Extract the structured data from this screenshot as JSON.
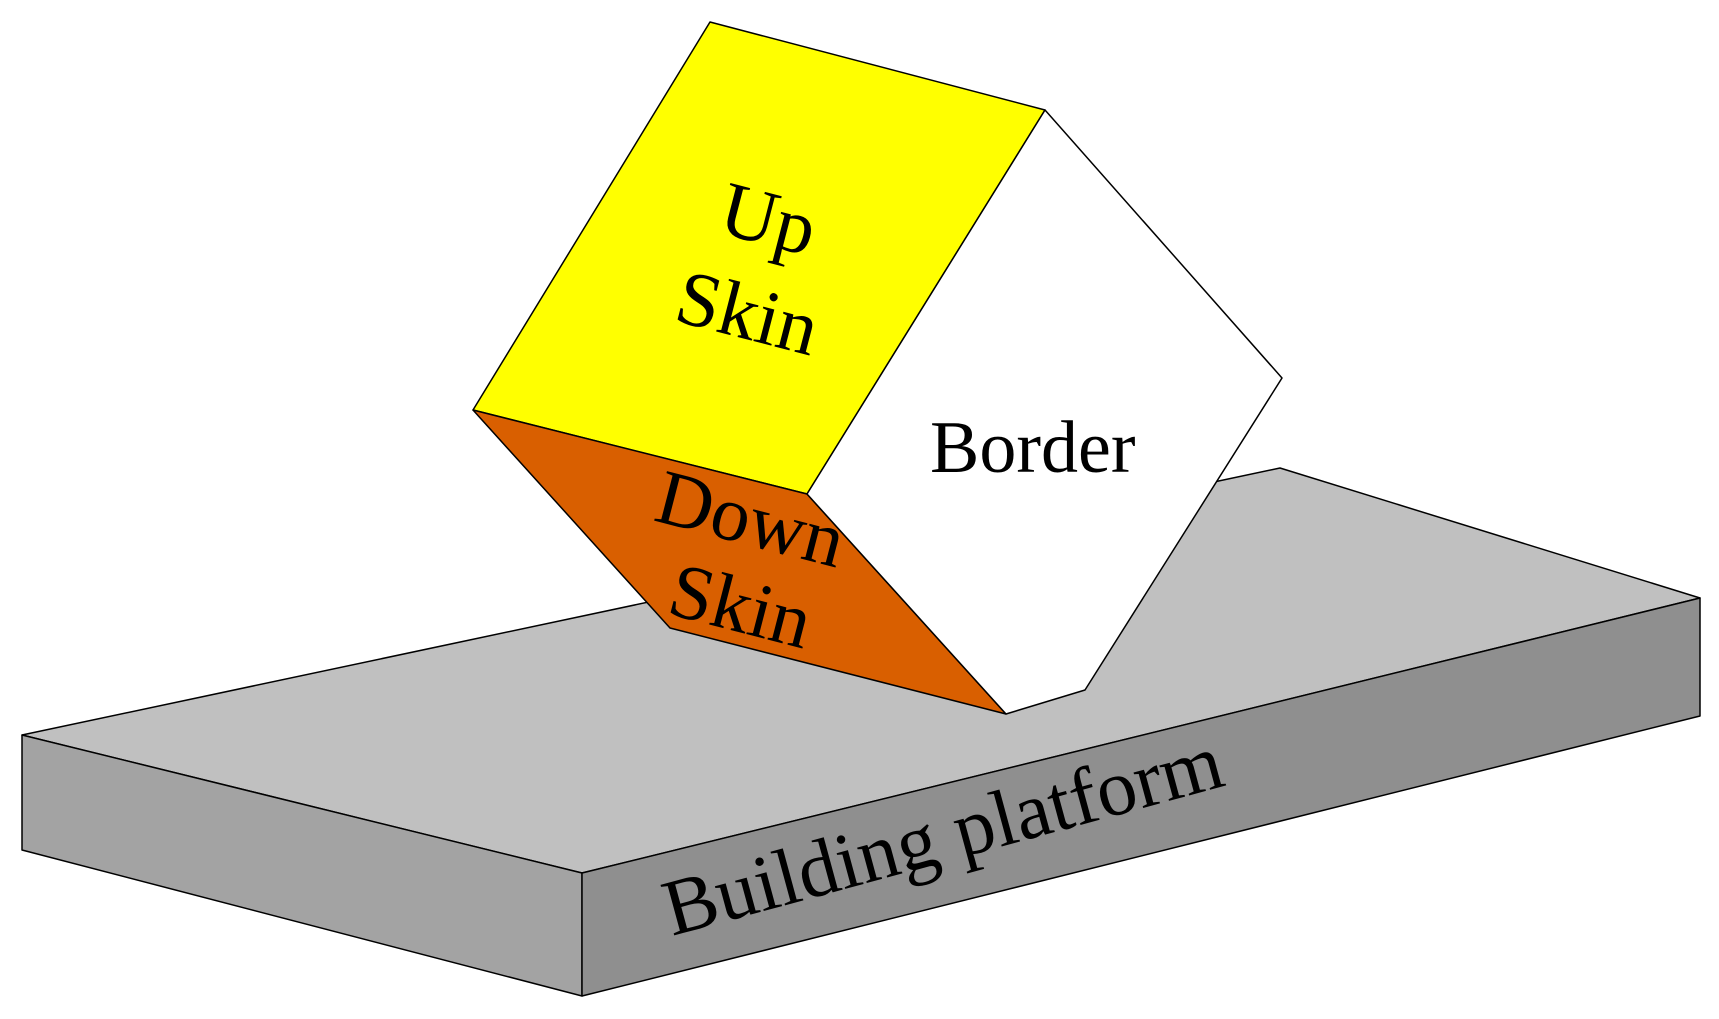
{
  "diagram": {
    "labels": {
      "up_skin": [
        "Up",
        "Skin"
      ],
      "down_skin": [
        "Down",
        "Skin"
      ],
      "border": "Border",
      "platform": "Building platform"
    },
    "colors": {
      "up_skin": "#ffff00",
      "down_skin": "#d95f00",
      "border": "#ffffff",
      "platform_top": "#c0c0c0",
      "platform_front": "#a3a3a3",
      "platform_side": "#8f8f8f",
      "outline": "#000000"
    }
  }
}
